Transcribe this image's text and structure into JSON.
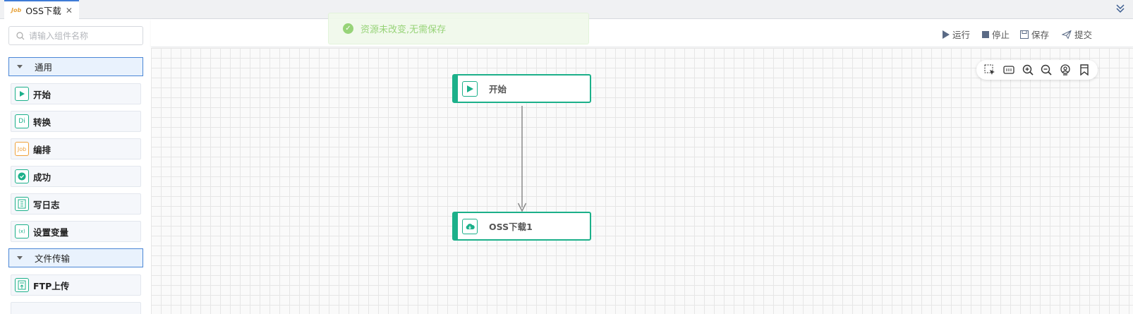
{
  "tab": {
    "icon_text": "Job",
    "title": "OSS下载",
    "close": "✕"
  },
  "search": {
    "placeholder": "请输入组件名称"
  },
  "groups": [
    {
      "label": "通用"
    },
    {
      "label": "文件传输"
    }
  ],
  "components": [
    {
      "label": "开始",
      "icon": "play-icon"
    },
    {
      "label": "转换",
      "icon": "transform-icon",
      "icon_text": "Di"
    },
    {
      "label": "编排",
      "icon": "job-icon",
      "icon_text": "Job"
    },
    {
      "label": "成功",
      "icon": "success-icon"
    },
    {
      "label": "写日志",
      "icon": "log-icon"
    },
    {
      "label": "设置变量",
      "icon": "variable-icon",
      "icon_text": "(x)"
    }
  ],
  "file_components": [
    {
      "label": "FTP上传",
      "icon": "ftp-upload-icon"
    }
  ],
  "toolbar": {
    "run": "运行",
    "stop": "停止",
    "save": "保存",
    "submit": "提交"
  },
  "toast": {
    "message": "资源未改变,无需保存",
    "color": "#8ccf6a"
  },
  "nodes": [
    {
      "label": "开始",
      "icon": "play-icon"
    },
    {
      "label": "OSS下载1",
      "icon": "cloud-icon"
    }
  ],
  "colors": {
    "accent": "#1cb08a",
    "selection": "#4a86d6"
  }
}
